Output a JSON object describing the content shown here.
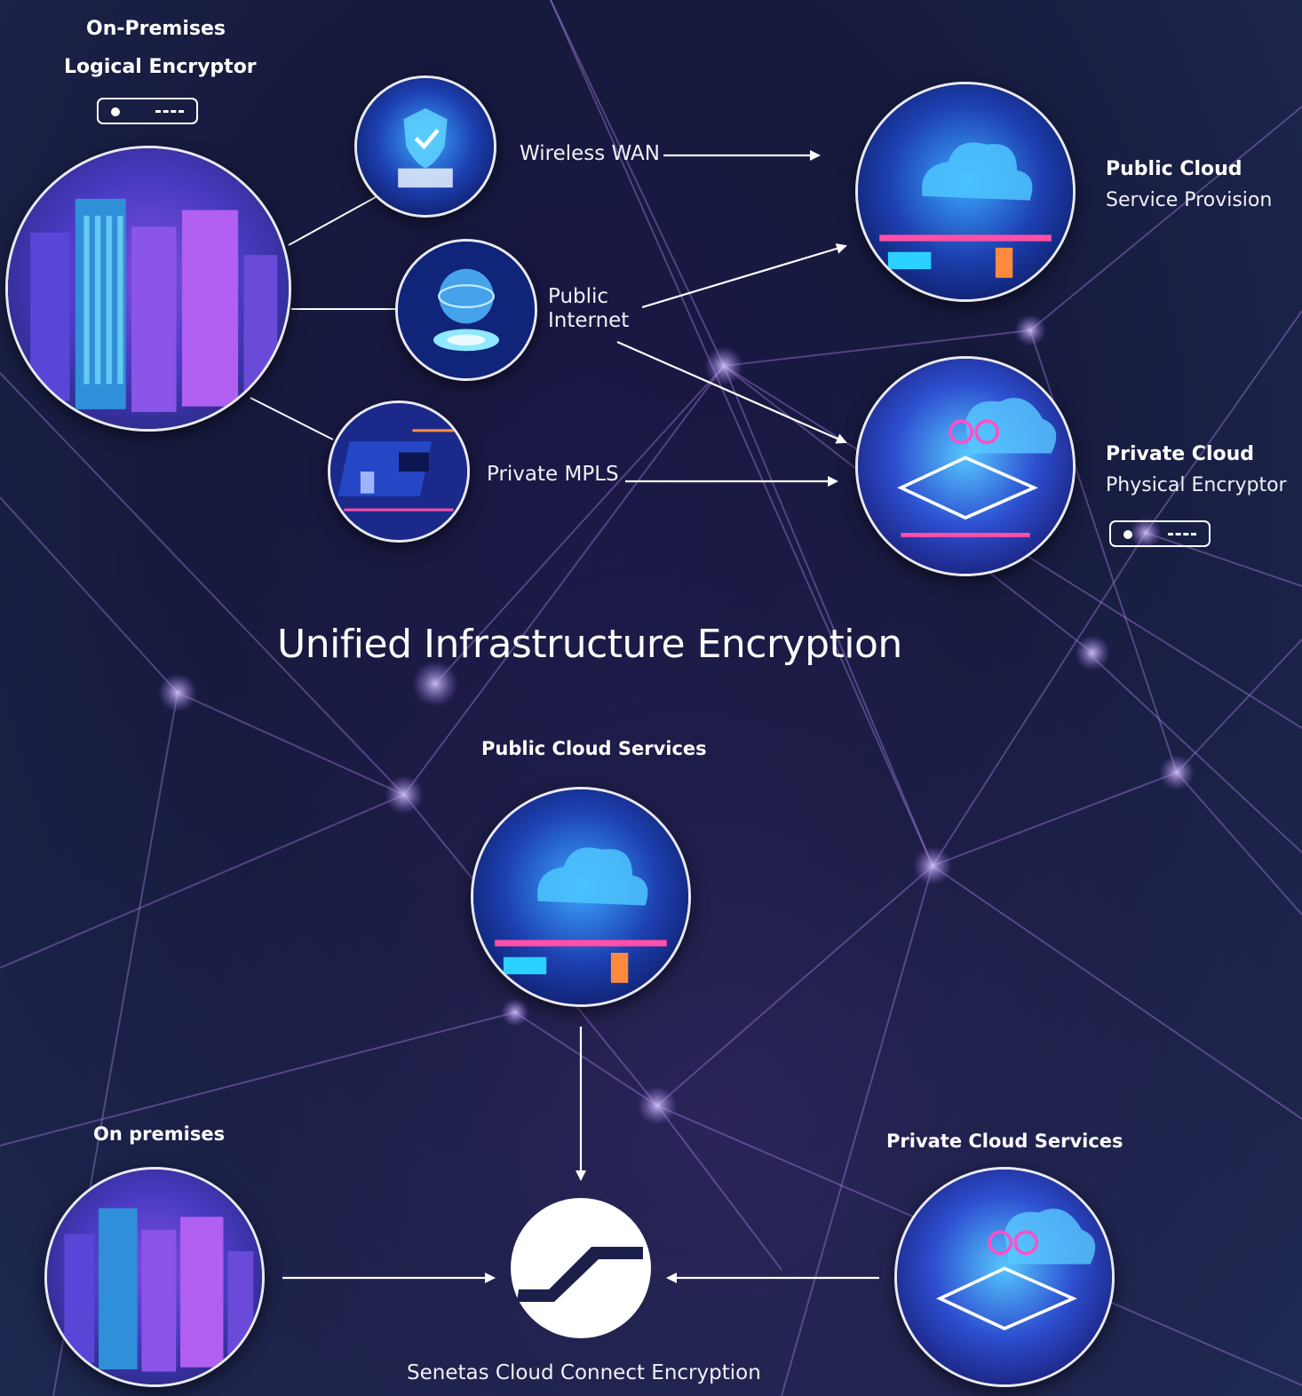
{
  "colors": {
    "background": "#1a1d45",
    "line": "#ffffff",
    "network_glow": "#b78cf2",
    "circle_border": "#e9e9f2"
  },
  "top_section": {
    "on_premises": {
      "line1": "On-Premises",
      "line2": "Logical Encryptor"
    },
    "links": {
      "wireless_wan": "Wireless WAN",
      "public_internet_1": "Public",
      "public_internet_2": "Internet",
      "private_mpls": "Private MPLS"
    },
    "public_cloud": {
      "title": "Public Cloud",
      "subtitle": "Service Provision"
    },
    "private_cloud": {
      "title": "Private Cloud",
      "subtitle": "Physical Encryptor"
    }
  },
  "heading": "Unified Infrastructure Encryption",
  "bottom_section": {
    "public_cloud_services": "Public Cloud Services",
    "on_premises": "On premises",
    "private_cloud_services": "Private Cloud Services",
    "center_label": "Senetas Cloud Connect Encryption"
  },
  "icons": {
    "encryptor_device": "encryptor-device-icon",
    "logo": "senetas-logo-icon"
  }
}
